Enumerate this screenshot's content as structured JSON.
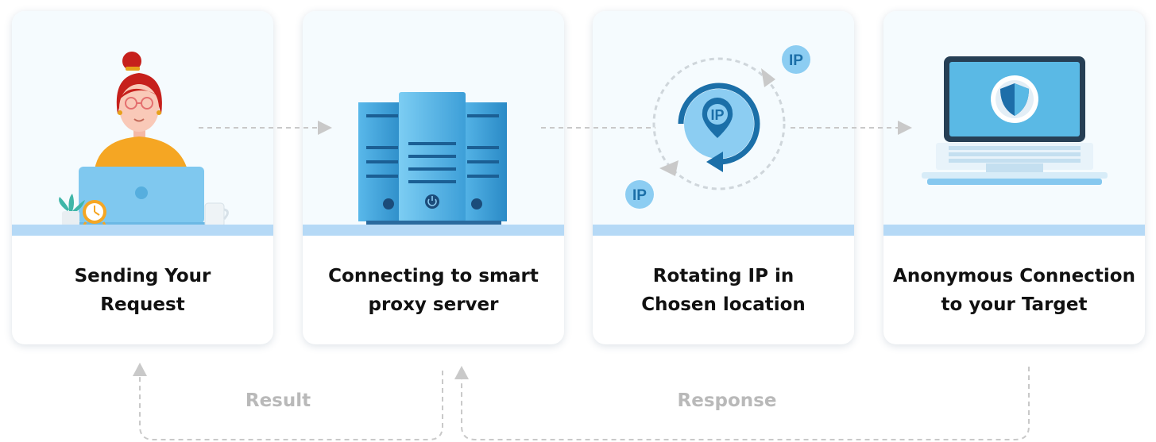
{
  "steps": [
    {
      "label_line1": "Sending Your",
      "label_line2": "Request"
    },
    {
      "label_line1": "Connecting to smart",
      "label_line2": "proxy server"
    },
    {
      "label_line1": "Rotating IP in",
      "label_line2": "Chosen location"
    },
    {
      "label_line1": "Anonymous Connection",
      "label_line2": "to your Target"
    }
  ],
  "ip_badges": {
    "badge": "IP"
  },
  "flows": {
    "result": "Result",
    "response": "Response"
  },
  "colors": {
    "accent_blue": "#1b6fa8",
    "light_blue": "#8ccdf2",
    "strip": "#b5d9f6",
    "dash": "#c9c9c9",
    "flow_text": "#b9b9b9"
  },
  "icons": [
    "woman-at-laptop-icon",
    "plant-icon",
    "alarm-clock-icon",
    "mug-icon",
    "server-rack-icon",
    "power-icon",
    "rotate-ip-icon",
    "location-pin-icon",
    "laptop-icon",
    "shield-icon"
  ]
}
